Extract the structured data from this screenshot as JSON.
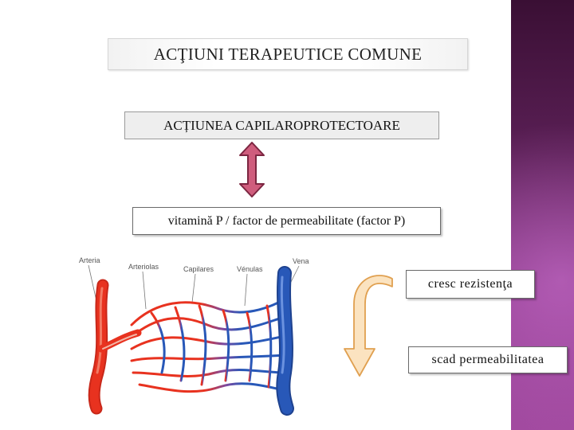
{
  "title": "ACŢIUNI TERAPEUTICE COMUNE",
  "action": "ACȚIUNEA CAPILAROPROTECTOARE",
  "vitamin": "vitamină P / factor de permeabilitate (factor P)",
  "effects": {
    "resistance": "cresc rezistenţa",
    "permeability": "scad permeabilitatea"
  },
  "figure": {
    "labels": {
      "artery": "Arteria",
      "arterioles": "Arteriolas",
      "capillaries": "Capilares",
      "venules": "Vénulas",
      "vein": "Vena"
    }
  },
  "colors": {
    "arrow_fill": "#cf5d7d",
    "arrow_stroke": "#7c2641",
    "curve_arrow_fill": "#fbe3c0",
    "curve_arrow_stroke": "#e0a050",
    "artery": "#e8321f",
    "vein": "#2858b8",
    "accent_bar": "#6a2565"
  }
}
